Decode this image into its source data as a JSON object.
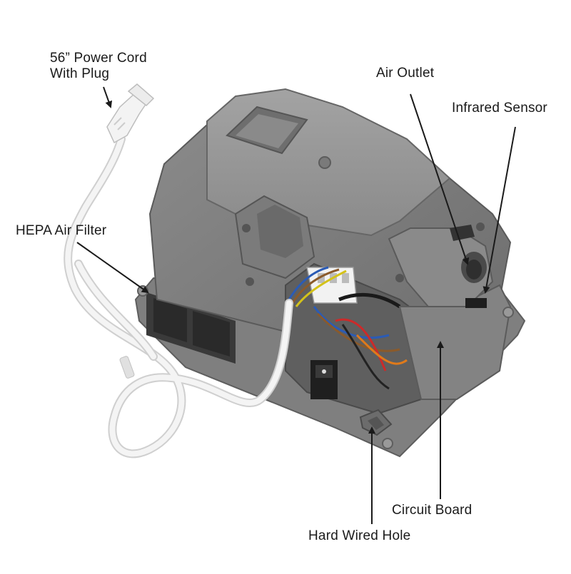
{
  "labels": {
    "power_cord_line1": "56” Power Cord",
    "power_cord_line2": "With Plug",
    "air_outlet": "Air Outlet",
    "infrared_sensor": "Infrared Sensor",
    "hepa_filter": "HEPA Air Filter",
    "circuit_board": "Circuit Board",
    "hard_wired_hole": "Hard Wired Hole"
  },
  "colors": {
    "housing": "#8e8e8e",
    "housing_dark": "#6f6f6f",
    "cord": "#f4f4f4",
    "arrow": "#1a1a1a"
  }
}
